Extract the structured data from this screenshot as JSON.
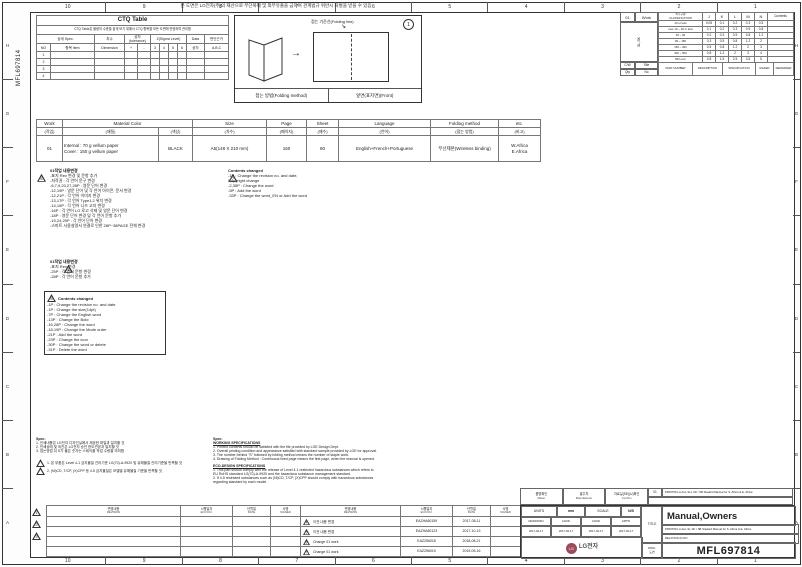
{
  "colors": {
    "line": "#555555",
    "lg_logo": "#9a4a5a",
    "paper": "#fdfdfd"
  },
  "frame": {
    "doc_number_vertical": "MFL697814",
    "confidential_note": "본 도면은 LG전자(주)의 재산으로 무단복제 및 외부유출을 금하며 관계법규 위반시 처벌을 받을 수 있음",
    "col_labels": [
      "10",
      "9",
      "8",
      "7",
      "6",
      "5",
      "4",
      "3",
      "2",
      "1"
    ],
    "row_labels": [
      "H",
      "G",
      "F",
      "E",
      "D",
      "C",
      "B",
      "A"
    ],
    "margin_triangles": [
      "1",
      "2",
      "3"
    ]
  },
  "ctq": {
    "title": "CTQ Table",
    "note": "CTQ Table은 불량의 수준을 쉽게 보기 위해서 CTQ 항목을 모든 도면에 반영하여 관리함",
    "h_spec": "상세 Spec.",
    "h_dim": "치수",
    "h_tol": "공차(tolerance)",
    "h_sigma": "Z(Sigma Level)",
    "h_data": "Data",
    "h_basis": "판단근거",
    "h_no": "NO",
    "h_item": "항목 Item",
    "h_dimension": "Dimension",
    "h_plus": "+",
    "h_minus": "-",
    "sigma_levels": [
      "3",
      "4",
      "5",
      "6"
    ],
    "h_gongcha": "공차",
    "h_abc": "A,B,C",
    "row_numbers": [
      "1",
      "2",
      "3",
      "4"
    ]
  },
  "folding": {
    "line_label": "접는 기준선(Folding line)",
    "method_label": "접는 방법(Folding method)",
    "front_label": "앞면(표지면)(Front)",
    "badge": "1",
    "arrow": "→",
    "leader": "↘"
  },
  "tol": {
    "work_no": "01",
    "work_label": "Work",
    "group_label": "SL,SK",
    "cw": "C/W",
    "site": "Site",
    "qty": "Qty",
    "no": "No",
    "title": "치수구분",
    "subtitle": "CLASSIFICATION",
    "contents": "Contents",
    "classes": [
      "J",
      "K",
      "L",
      "M",
      "N"
    ],
    "rows": [
      {
        "range": "10 or less",
        "v": [
          "0.05",
          "0.1",
          "0.2",
          "0.3",
          "0.5"
        ]
      },
      {
        "range": "over 10 ~ 30 or less",
        "v": [
          "0.1",
          "0.2",
          "0.3",
          "0.5",
          "0.8"
        ]
      },
      {
        "range": "30 ~ 90",
        "v": [
          "0.2",
          "0.3",
          "0.5",
          "0.8",
          "1.2"
        ]
      },
      {
        "range": "90 ~ 150",
        "v": [
          "0.3",
          "0.5",
          "0.8",
          "1.2",
          "2"
        ]
      },
      {
        "range": "150 ~ 300",
        "v": [
          "0.5",
          "0.8",
          "1.2",
          "2",
          "3"
        ]
      },
      {
        "range": "300 ~ 500",
        "v": [
          "0.8",
          "1.2",
          "2",
          "3",
          "4"
        ]
      },
      {
        "range": "500 over",
        "v": [
          "0.8",
          "1.5",
          "2.5",
          "3.5",
          "5"
        ]
      }
    ],
    "part_headers": [
      "PART NUMBER",
      "DESCRIPTION",
      "SPECIFICATION",
      "MAKER",
      "REMARKER"
    ]
  },
  "spec": {
    "headers": {
      "work": "Work",
      "work_kr": "(작업)",
      "material": "Material Color",
      "material_kr": "(재질)",
      "color_kr": "(색상)",
      "size": "Size",
      "size_kr": "(치수)",
      "page": "Page",
      "page_kr": "(페이지)",
      "sheet": "Sheet",
      "sheet_kr": "(매수)",
      "language": "Language",
      "language_kr": "(언어)",
      "folding": "Folding method",
      "folding_kr": "(접는 방법)",
      "etc": "etc.",
      "etc_kr": "(비고)"
    },
    "row": {
      "work": "01",
      "material_line1": "Internal : 70 g vellum paper",
      "material_line2": "Cover : 150 g vellum paper",
      "color": "BLACK",
      "size": "A5(148 X 210 mm)",
      "page": "160",
      "sheet": "80",
      "language": "English+French+Portuguese",
      "folding": "무선제본(Wireless binding)",
      "etc_line1": "W.Africa",
      "etc_line2": "E.Africa"
    }
  },
  "notes": {
    "block1": {
      "tri": "6",
      "title": "01작업 내용변경",
      "lines": [
        "-표지 Rev 변경 및 문항 추가",
        "-저작권 : 각 언어 문구 변경",
        "-6,7,9,20,27,28P : 영문 단어 변경",
        "-12,19P : 영문 단어 및 각 언어 아이콘, 문서 변경",
        "-12,21P : 각 언어 이미지 변경",
        "-13,17P : 각 언어 Type1,2 위치 변경",
        "-14,15P : 각 언어 니즈 고지 변경",
        "-16P : 각 언어 LG 로고 삭제 및 영문 단어 변경",
        "-18P : 영문 단어 변경 및 각 언어 문항 추가",
        "-19,24,25P : 각 언어 단어 변경",
        "-스마트 사용설명서 연결로 인한 28P~38PAGE 전체 변경"
      ]
    },
    "block2": {
      "tri": "7",
      "title": "Contents changed",
      "lines": [
        "-1P : Change the revision no. and date,",
        "  Copyright change",
        "-2,35P : Change the word",
        "-5P : Add the word",
        "-33P : Change the word_EN or Add the word"
      ]
    },
    "block3": {
      "tri": "4",
      "title": "01작업 내용변경",
      "lines": [
        "-표지 Rev 변경",
        "-25P : 각 언어 문항 변경",
        "-28P : 각 언어 문항 추가"
      ]
    },
    "block4": {
      "tri": "5",
      "title": "Contents changed",
      "lines": [
        "-1P : Change the revision no. and date",
        "-1P : Change the size(14pt)",
        "-7P : Change the English word",
        "-13P : Change the Bold",
        "-16,28P : Change the word",
        "-18,19P : Change the Mode order",
        "-21P : Add the word",
        "-23P : Change the icon",
        "-30P : Change the word or delete",
        "-31P : Delete the word"
      ]
    }
  },
  "specs_kr": {
    "label": "Spec:",
    "lines": [
      "1. 인쇄내용은 LG전자 디자인실에서 제공한 파일과 일치할 것",
      "2. 인쇄상태 및 외관은 LG전자 승인 한도견본과 일치할 것",
      "3. 접는방법 뒤 S가 붙은 숫자는 스테이플 작업 수량을 의미함"
    ],
    "eco_lines": [
      "1. 본 부품은 Level 4-1 금지물질 관리기준 LG(70)-A-9920 및 유해물질 관리기준을 만족할 것",
      "2. (Ni)CD, T/CP, (X)CPP 등 4-5 금지물질은 모델별 유해물질 기준을 만족할 것"
    ]
  },
  "specs_en": {
    "label": "Spec:",
    "working_title": "WORKING SPECIFICATIONS",
    "working": [
      "1. Printed contents should be satisfied with the file provided by LGE Design Dept.",
      "2. Overall printing condition and appearance satisfied with standard sample provided by LGE for approval.",
      "3. The number behind \"S\" followed by folding method means the number of staple work.",
      "4. Drawing of Folding Method : Continuous lined page means the first page, when the manual is opened."
    ],
    "eco_title": "ECO-DESIGN SPECIFICATIONS",
    "eco": [
      "1. This part should comply with the release of Level 4-1 restricted hazardous substances which refers to",
      "   EU RoHS standard LG(70)-A-9920 and the hazardous substance management standard.",
      "2. If 4-5 restricted substances such as (Ni)CD, T/CP, (X)CPP should comply with hazardous substances",
      "   regarding standard by each model."
    ]
  },
  "rev": {
    "h_rev_kr": "변경내용",
    "h_rev_en": "REVISION",
    "h_eco_kr": "시행일자",
    "h_eco_en": "ECO.NO.",
    "h_date_kr": "년월일",
    "h_date_en": "DATE",
    "h_sign_kr": "사명",
    "h_sign_en": "SIGNED",
    "right_rows": [
      {
        "tri": "4",
        "revision": "이전 내용 변경",
        "eco": "EAZHA60159",
        "date": "2017-08-11",
        "signed": ""
      },
      {
        "tri": "5",
        "revision": "이전 내용 변경",
        "eco": "EAZHA60123",
        "date": "2017-10-13",
        "signed": ""
      },
      {
        "tri": "6",
        "revision": "Change 01 work",
        "eco": "EAZ256018",
        "date": "2018-08-21",
        "signed": ""
      },
      {
        "tri": "7",
        "revision": "Change 01 work",
        "eco": "EAZ256019",
        "date": "2019-05-16",
        "signed": ""
      }
    ]
  },
  "bom": {
    "item_no": "01",
    "item_desc": "PRINTING A-ALL SLL SK / SB Stadard Manual for S. Africa & E. Africa",
    "cells": [
      {
        "kr": "품명확인",
        "en": "Maker"
      },
      {
        "kr": "발주처",
        "en": "Manufacturer"
      },
      {
        "kr": "자료실(SE)(U)확인",
        "en": "Confirm"
      }
    ]
  },
  "title_block": {
    "units_label": "UNITS",
    "units_value": "mm",
    "scale_label": "SCALE",
    "scale_value": "N/S",
    "sign_headers": [
      "DRAW/DSN",
      "CHKD",
      "CHKD",
      "APP'D"
    ],
    "sign_dates": [
      "2017-02-17",
      "2017-02-17",
      "2017-02-17",
      "2017-02-17"
    ],
    "title_label": "TITLE",
    "title_main": "Manual,Owners",
    "title_sub": "PRINTING A-ALL SL,SK / SB Stadard Manual for S. Africa & E. Africa",
    "relation_label": "RELATION (D.NO",
    "dwg_label": "DWG.",
    "dwg_label_kr": "도면",
    "dwg_number": "MFL697814",
    "logo_initials": "LG",
    "logo_text": "LG전자"
  }
}
